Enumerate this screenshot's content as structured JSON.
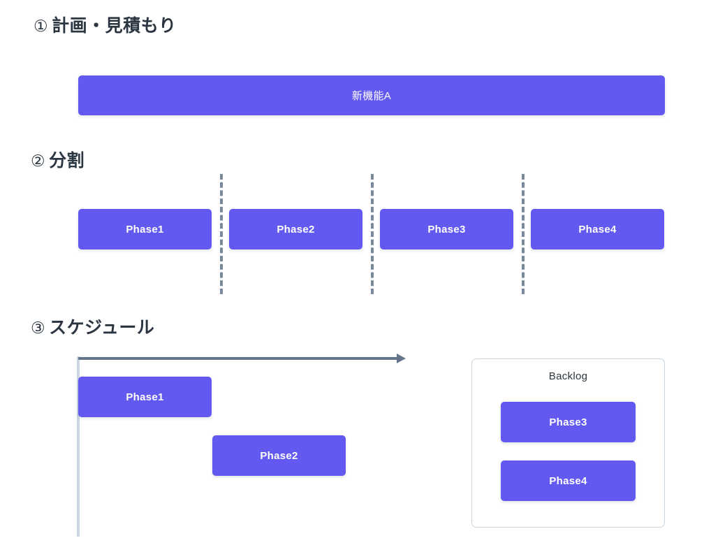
{
  "sections": [
    {
      "marker": "①",
      "title": "計画・見積もり",
      "bars": [
        {
          "label": "新機能A"
        }
      ]
    },
    {
      "marker": "②",
      "title": "分割",
      "bars": [
        {
          "label": "Phase1"
        },
        {
          "label": "Phase2"
        },
        {
          "label": "Phase3"
        },
        {
          "label": "Phase4"
        }
      ]
    },
    {
      "marker": "③",
      "title": "スケジュール",
      "scheduled": [
        {
          "label": "Phase1"
        },
        {
          "label": "Phase2"
        }
      ],
      "backlog": {
        "title": "Backlog",
        "items": [
          {
            "label": "Phase3"
          },
          {
            "label": "Phase4"
          }
        ]
      }
    }
  ],
  "colors": {
    "bar_fill": "#6259f0",
    "bar_text": "#ffffff",
    "heading_text": "#2b3642",
    "divider": "#78899c",
    "axis_y": "#ccd7e1",
    "axis_x": "#64758c",
    "panel_border": "#c8d4de",
    "background": "#ffffff"
  }
}
